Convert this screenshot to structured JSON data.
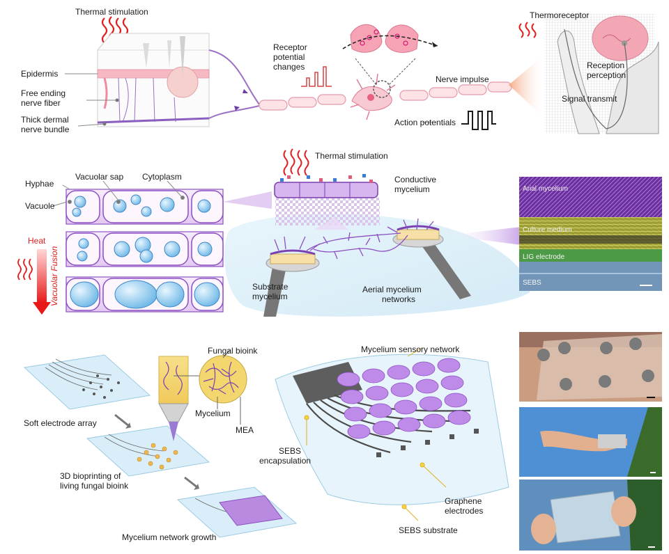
{
  "panel_a": {
    "thermal_stimulation": "Thermal stimulation",
    "epidermis": "Epidermis",
    "free_ending_1": "Free ending",
    "free_ending_2": "nerve fiber",
    "thick_dermal_1": "Thick dermal",
    "thick_dermal_2": "nerve bundle",
    "receptor_1": "Receptor",
    "receptor_2": "potential",
    "receptor_3": "changes",
    "nerve_impulse": "Nerve impulse",
    "action_potentials": "Action potentials",
    "thermoreceptor": "Thermoreceptor",
    "reception_1": "Reception",
    "reception_2": "perception",
    "signal_transmit": "Signal transmit"
  },
  "panel_b": {
    "hyphae": "Hyphae",
    "vacuolar_sap": "Vacuolar sap",
    "cytoplasm": "Cytoplasm",
    "vacuole": "Vacuole",
    "heat": "Heat",
    "vacuolar_fusion": "Vacuolar Fusion",
    "thermal_stimulation": "Thermal stimulation",
    "conductive_1": "Conductive",
    "conductive_2": "mycelium",
    "substrate_1": "Substrate",
    "substrate_2": "mycelium",
    "aerial_1": "Aerial mycelium",
    "aerial_2": "networks",
    "sem_layers": [
      "Arial mycelium",
      "Culture medium",
      "LIG electrode",
      "SEBS"
    ]
  },
  "panel_c": {
    "fungal_bioink": "Fungal bioink",
    "mycelium": "Mycelium",
    "mea": "MEA",
    "soft_electrode_array": "Soft electrode array",
    "bioprinting_1": "3D bioprinting of",
    "bioprinting_2": "living fungal bioink",
    "network_growth": "Mycelium network growth",
    "sensory_network": "Mycelium sensory network",
    "sebs_enc_1": "SEBS",
    "sebs_enc_2": "encapsulation",
    "graphene_1": "Graphene",
    "graphene_2": "electrodes",
    "sebs_substrate": "SEBS substrate"
  },
  "colors": {
    "purple": "#8b4fc3",
    "light_purple": "#d9b8ef",
    "pink": "#f2a3b3",
    "vacuole_blue": "#9fd0f0",
    "heat_red": "#e02020",
    "sem_purple": "#7a3fb0",
    "sem_yellow": "#b9b94a",
    "sem_green": "#5fae4a",
    "sem_blue": "#6d8fb3",
    "graphene": "#6f6f6f"
  }
}
